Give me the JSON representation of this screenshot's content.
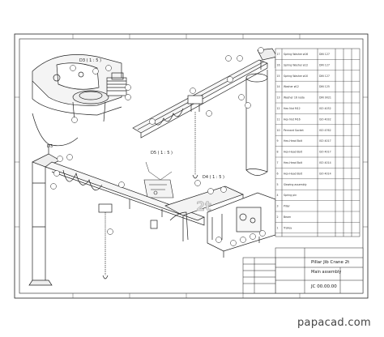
{
  "views": {
    "detail_a": "D3 ( 1 : 5 )",
    "detail_b": "D5 ( 1 : 5 )",
    "detail_c": "D3",
    "detail_d": "D4 ( 1 : 5 )"
  },
  "bom": {
    "rows": [
      {
        "pos": "17",
        "name": "Spring Washer ø16",
        "std": "DIN 127"
      },
      {
        "pos": "16",
        "name": "Spring Washer ø12",
        "std": "DIN 127"
      },
      {
        "pos": "15",
        "name": "Spring Washer ø10",
        "std": "DIN 127"
      },
      {
        "pos": "14",
        "name": "Washer ø12",
        "std": "DIN 125"
      },
      {
        "pos": "13",
        "name": "Washer 16 noda",
        "std": "DIN 9021"
      },
      {
        "pos": "12",
        "name": "Hex Nut M12",
        "std": "ISO 4032"
      },
      {
        "pos": "11",
        "name": "Hex Nut M16",
        "std": "ISO 4032"
      },
      {
        "pos": "10",
        "name": "Pennant Socket",
        "std": "ISO 4762"
      },
      {
        "pos": "9",
        "name": "Hex-Head Bolt",
        "std": "ISO 4017"
      },
      {
        "pos": "8",
        "name": "Hex-Head Bolt",
        "std": "ISO 4017"
      },
      {
        "pos": "7",
        "name": "Hex-Head Bolt",
        "std": "ISO 4014"
      },
      {
        "pos": "6",
        "name": "Hex-Head Bolt",
        "std": "ISO 4014"
      },
      {
        "pos": "5",
        "name": "Slewing assembly",
        "std": ""
      },
      {
        "pos": "4",
        "name": "Spring pin",
        "std": ""
      },
      {
        "pos": "3",
        "name": "Pillar",
        "std": ""
      },
      {
        "pos": "2",
        "name": "Beam",
        "std": ""
      },
      {
        "pos": "1",
        "name": "Trolley",
        "std": ""
      }
    ]
  },
  "title_block": {
    "title": "Pillar Jib Crane 2t",
    "subtitle": "Main assembly",
    "drawing_no": "JC 00.00.00"
  },
  "watermark": "papacad.com"
}
